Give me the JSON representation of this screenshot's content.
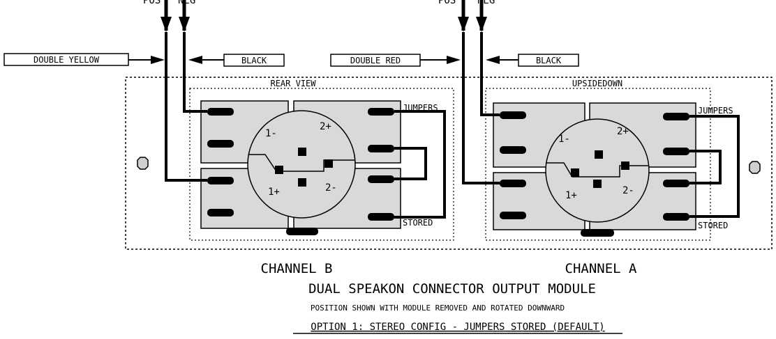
{
  "top_labels": {
    "left_pos": "POS",
    "left_neg": "NEG",
    "right_pos": "POS",
    "right_neg": "NEG"
  },
  "wire_labels": {
    "double_yellow": "DOUBLE YELLOW",
    "black_left": "BLACK",
    "double_red": "DOUBLE RED",
    "black_right": "BLACK"
  },
  "panel_labels": {
    "rear_view": "REAR VIEW",
    "upsidedown": "UPSIDEDOWN"
  },
  "connector_left": {
    "jumpers": "JUMPERS",
    "stored": "STORED",
    "pins": {
      "one_minus": "1-",
      "one_plus": "1+",
      "two_plus": "2+",
      "two_minus": "2-"
    }
  },
  "connector_right": {
    "jumpers": "JUMPERS",
    "stored": "STORED",
    "pins": {
      "one_minus": "1-",
      "one_plus": "1+",
      "two_plus": "2+",
      "two_minus": "2-"
    }
  },
  "channels": {
    "left": "CHANNEL B",
    "right": "CHANNEL A"
  },
  "captions": {
    "title": "DUAL SPEAKON CONNECTOR OUTPUT MODULE",
    "subtitle": "POSITION SHOWN WITH MODULE REMOVED AND ROTATED DOWNWARD",
    "option": "OPTION 1: STEREO CONFIG - JUMPERS STORED (DEFAULT)"
  },
  "colors": {
    "ink": "#000000",
    "fill": "#d9d9d9",
    "background": "#ffffff",
    "mount_hole": "#d0d0d0"
  }
}
